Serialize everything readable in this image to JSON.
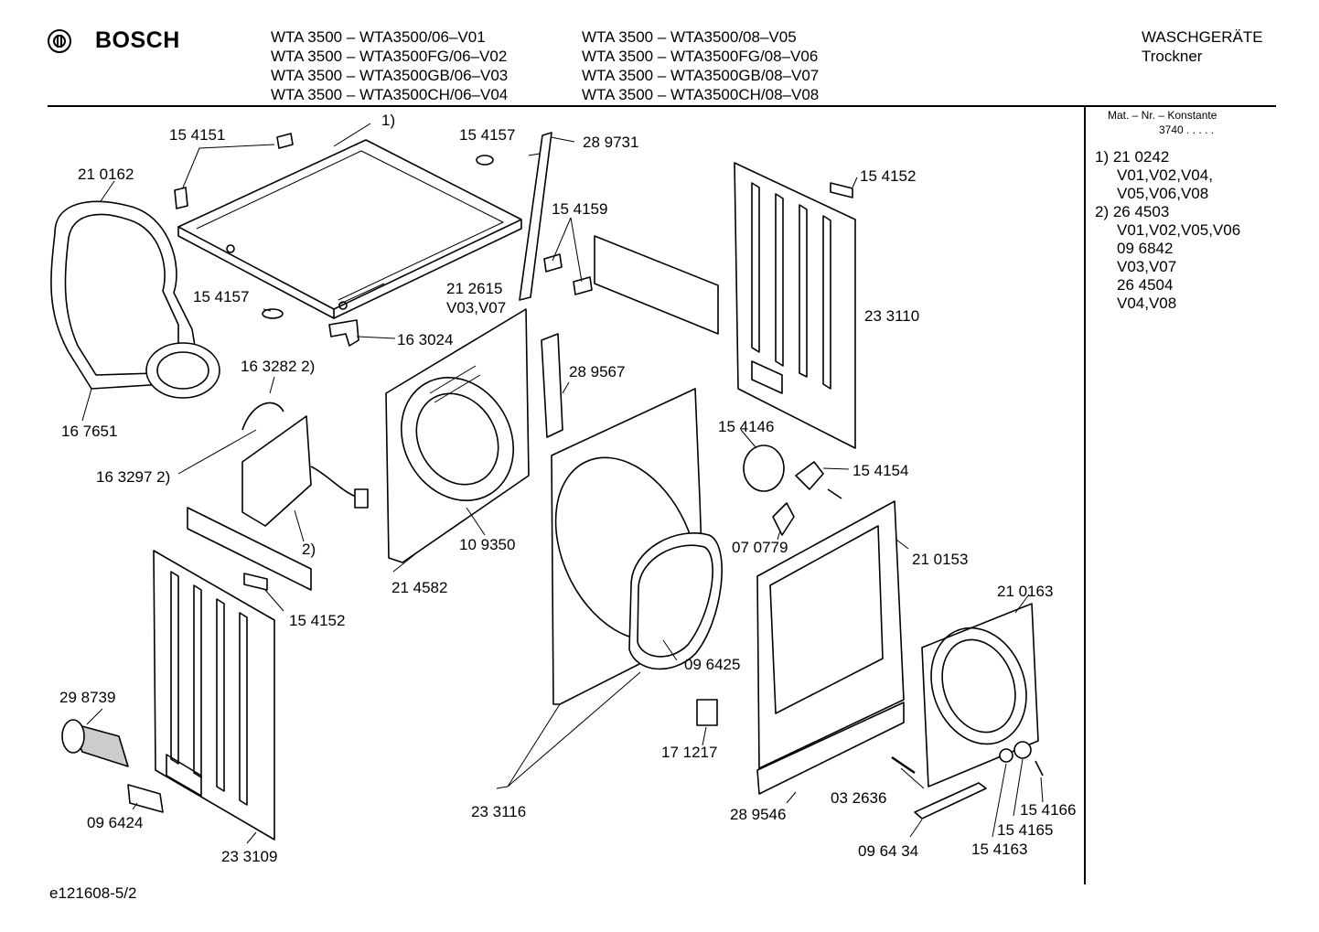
{
  "brand": "BOSCH",
  "models_left": [
    "WTA 3500 – WTA3500/06–V01",
    "WTA 3500 – WTA3500FG/06–V02",
    "WTA 3500 – WTA3500GB/06–V03",
    "WTA 3500 – WTA3500CH/06–V04"
  ],
  "models_right": [
    "WTA 3500 – WTA3500/08–V05",
    "WTA 3500 – WTA3500FG/08–V06",
    "WTA 3500 – WTA3500GB/08–V07",
    "WTA 3500 – WTA3500CH/08–V08"
  ],
  "category": {
    "line1": "WASCHGERÄTE",
    "line2": "Trockner"
  },
  "sidebar": {
    "matnr_label": "Mat. – Nr. – Konstante",
    "matnr_value": "3740 . . . . .",
    "notes": [
      "1) 21 0242",
      "V01,V02,V04,",
      "V05,V06,V08",
      "2) 26 4503",
      "V01,V02,V05,V06",
      "09 6842",
      "V03,V07",
      "26 4504",
      "V04,V08"
    ]
  },
  "footer": "e121608-5/2",
  "labels": {
    "l154151": "15 4151",
    "l1note": "1)",
    "l154157a": "15 4157",
    "l289731": "28 9731",
    "l154152a": "15 4152",
    "l210162": "21 0162",
    "l154159": "15 4159",
    "l212615": "21 2615",
    "lV03V07": "V03,V07",
    "l154157b": "15 4157",
    "l233110": "23 3110",
    "l163024": "16 3024",
    "l163282": "16 3282 2)",
    "l289567": "28 9567",
    "l167651": "16 7651",
    "l154146": "15 4146",
    "l154154": "15 4154",
    "l163297": "16 3297 2)",
    "l2note": "2)",
    "l109350": "10 9350",
    "l070779": "07 0779",
    "l214582": "21 4582",
    "l210153": "21 0153",
    "l154152b": "15 4152",
    "l210163": "21 0163",
    "l096425": "09 6425",
    "l298739": "29 8739",
    "l171217": "17 1217",
    "l096424": "09 6424",
    "l233116": "23 3116",
    "l032636": "03 2636",
    "l289546": "28 9546",
    "l154166": "15 4166",
    "l154165": "15 4165",
    "l233109": "23 3109",
    "l096434": "09 64 34",
    "l154163": "15 4163"
  }
}
